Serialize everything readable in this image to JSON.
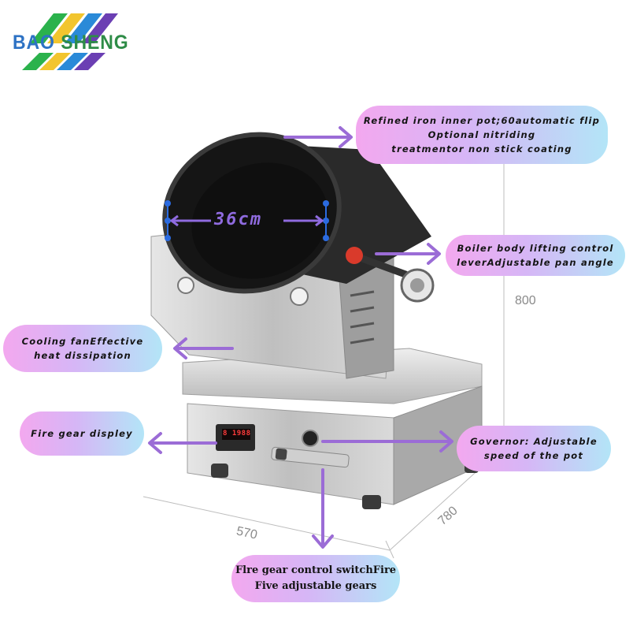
{
  "brand": {
    "word1": "BAO",
    "word2": "SHENG"
  },
  "diameter_label": "36cm",
  "callouts": {
    "inner_pot": [
      "Refined iron inner pot;60automatic flip",
      "Optional nitriding",
      "treatmentor non stick coating"
    ],
    "lifting_lever": [
      "Boiler body lifting control",
      "leverAdjustable pan angle"
    ],
    "cooling_fan": [
      "Cooling fanEffective",
      "heat dissipation"
    ],
    "fire_display": [
      "Fire gear displey"
    ],
    "governor": [
      "Governor: Adjustable",
      "speed of the pot"
    ],
    "fire_switch": [
      "Flre gear control switchFire",
      "Five adjustable gears"
    ]
  },
  "dimensions": {
    "height": "800",
    "width": "570",
    "depth": "780"
  },
  "display_readout": "8 1988",
  "colors": {
    "arrow": "#9b6cd6",
    "pot": "#1f1f1f",
    "steel": "#c9c9c9",
    "knob": "#d93a2b",
    "dot": "#2b6be0"
  }
}
